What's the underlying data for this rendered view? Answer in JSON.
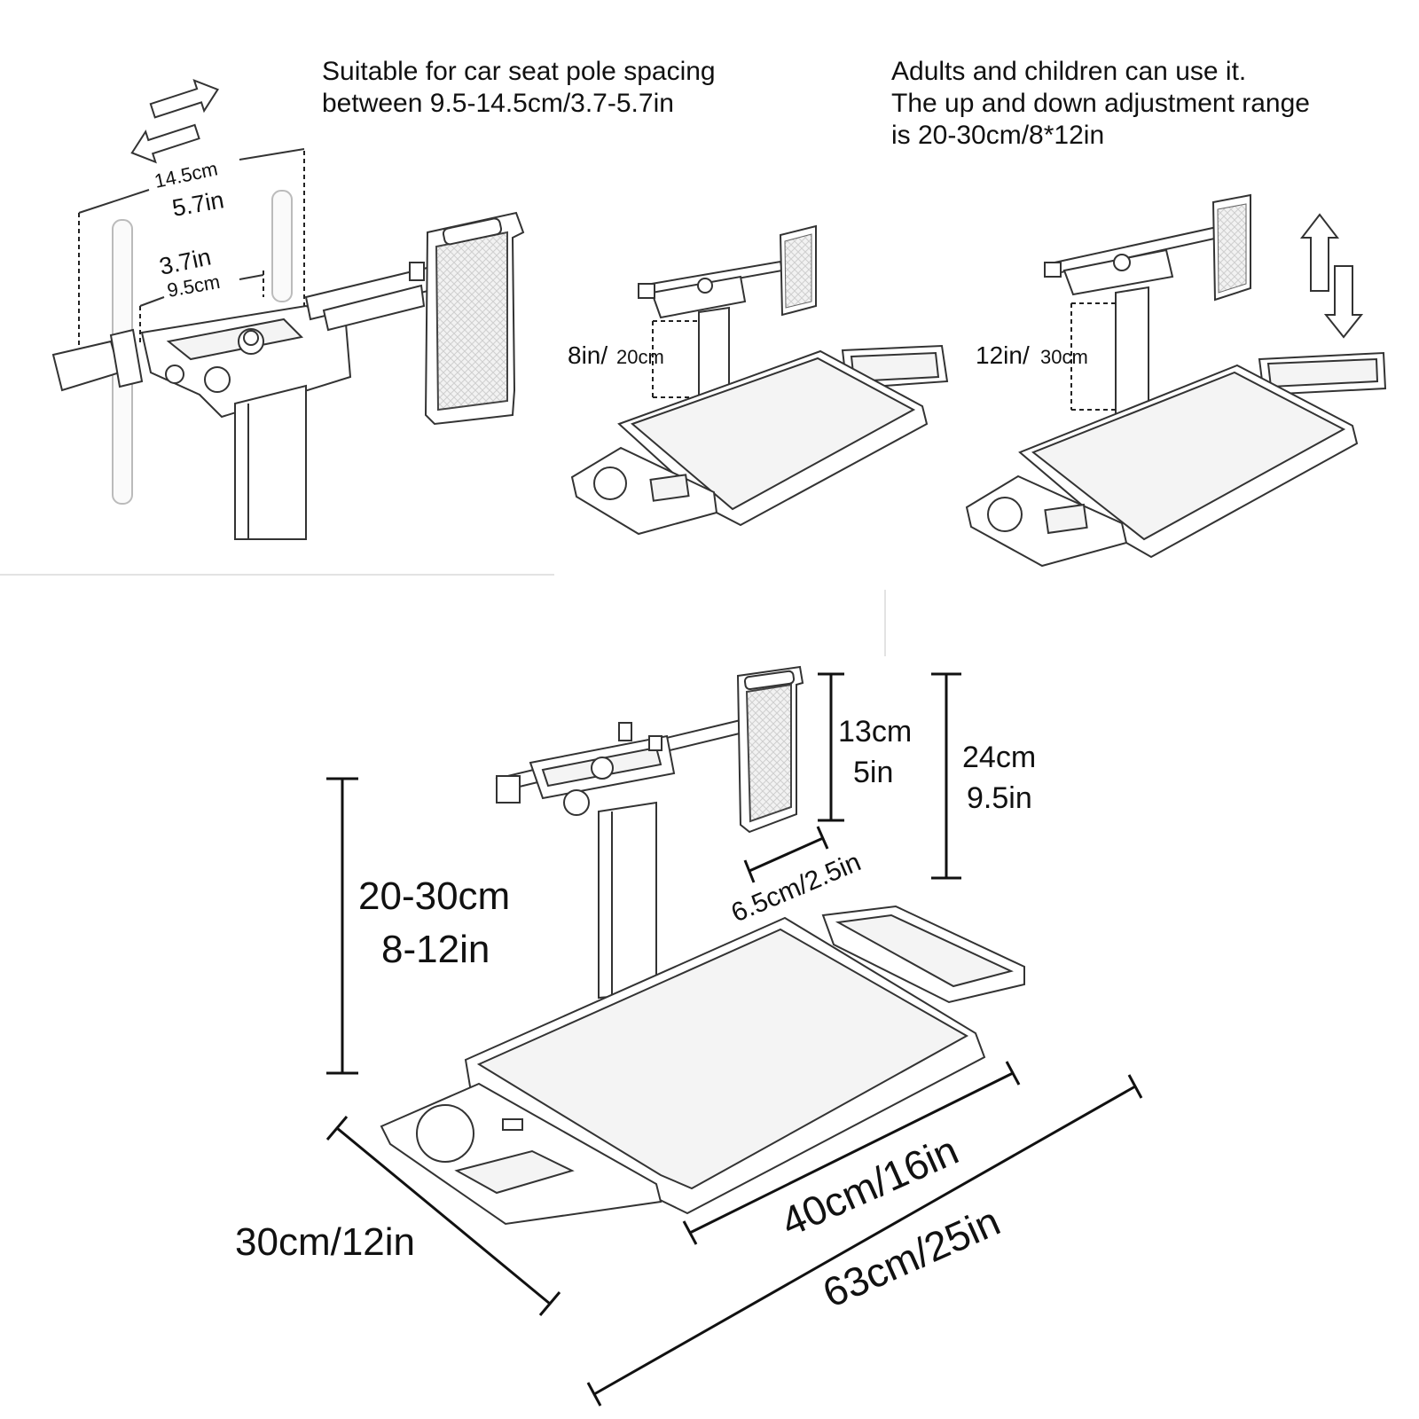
{
  "captions": {
    "pole_spacing": [
      "Suitable for car seat pole spacing",
      "between 9.5-14.5cm/3.7-5.7in"
    ],
    "adjustment": [
      "Adults and children can use it.",
      "The up and down adjustment range",
      "is 20-30cm/8*12in"
    ]
  },
  "panel_clamp": {
    "outer_cm": "14.5cm",
    "outer_in": "5.7in",
    "inner_in": "3.7in",
    "inner_cm": "9.5cm"
  },
  "panel_low": {
    "height_in": "8in/",
    "height_cm": "20cm"
  },
  "panel_high": {
    "height_in": "12in/",
    "height_cm": "30cm"
  },
  "main_dims": {
    "holder_height_cm": "13cm",
    "holder_height_in": "5in",
    "total_arm_cm": "24cm",
    "total_arm_in": "9.5in",
    "holder_width": "6.5cm/2.5in",
    "adjust_cm": "20-30cm",
    "adjust_in": "8-12in",
    "depth": "30cm/12in",
    "tray_width": "40cm/16in",
    "total_width": "63cm/25in"
  },
  "icons": [
    "double-arrow-horizontal-icon",
    "double-arrow-vertical-icon"
  ]
}
